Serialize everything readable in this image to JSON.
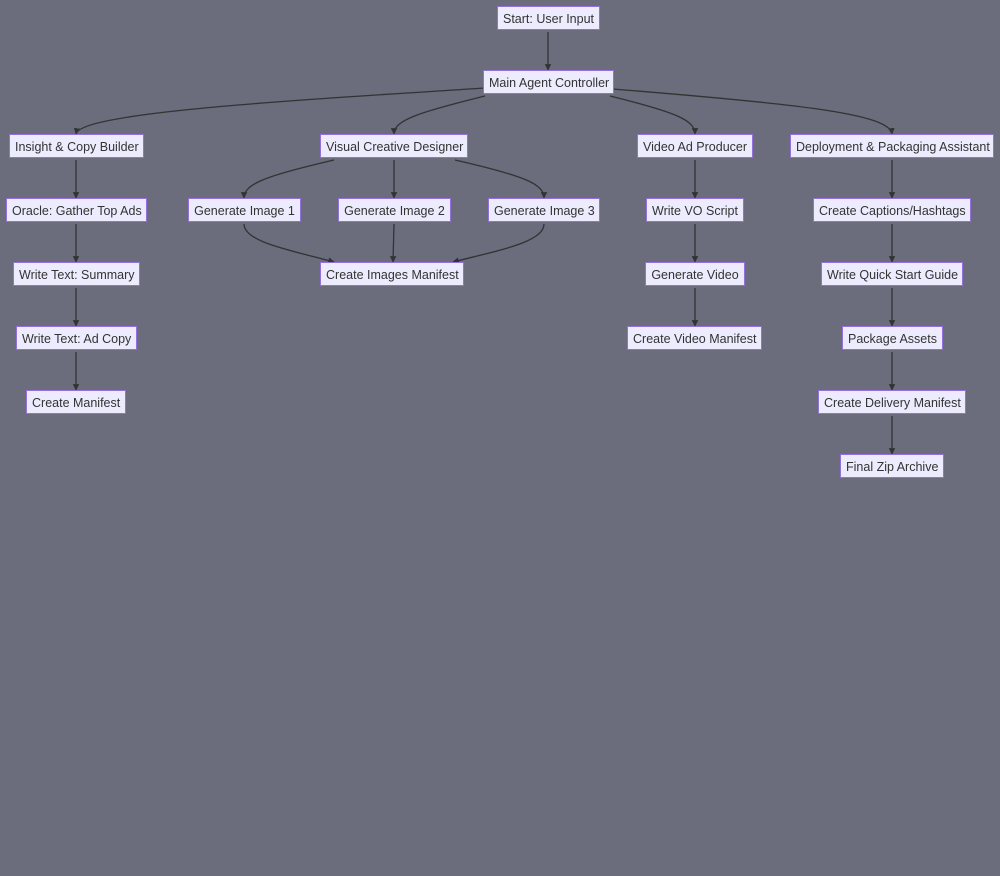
{
  "nodes": {
    "start": "Start: User Input",
    "main": "Main Agent Controller",
    "insight": "Insight & Copy Builder",
    "visual": "Visual Creative Designer",
    "video": "Video Ad Producer",
    "deploy": "Deployment & Packaging Assistant",
    "oracle": "Oracle: Gather Top Ads",
    "summary": "Write Text: Summary",
    "adcopy": "Write Text: Ad Copy",
    "manifest": "Create Manifest",
    "img1": "Generate Image 1",
    "img2": "Generate Image 2",
    "img3": "Generate Image 3",
    "imgmanifest": "Create Images Manifest",
    "vo": "Write VO Script",
    "genvideo": "Generate Video",
    "videomanifest": "Create Video Manifest",
    "captions": "Create Captions/Hashtags",
    "quickstart": "Write Quick Start Guide",
    "package": "Package Assets",
    "delivery": "Create Delivery Manifest",
    "zip": "Final Zip Archive"
  },
  "colors": {
    "background": "#6b6c7c",
    "node_fill": "#ececfe",
    "node_border": "#9370db",
    "text": "#333333",
    "edge": "#333333"
  }
}
